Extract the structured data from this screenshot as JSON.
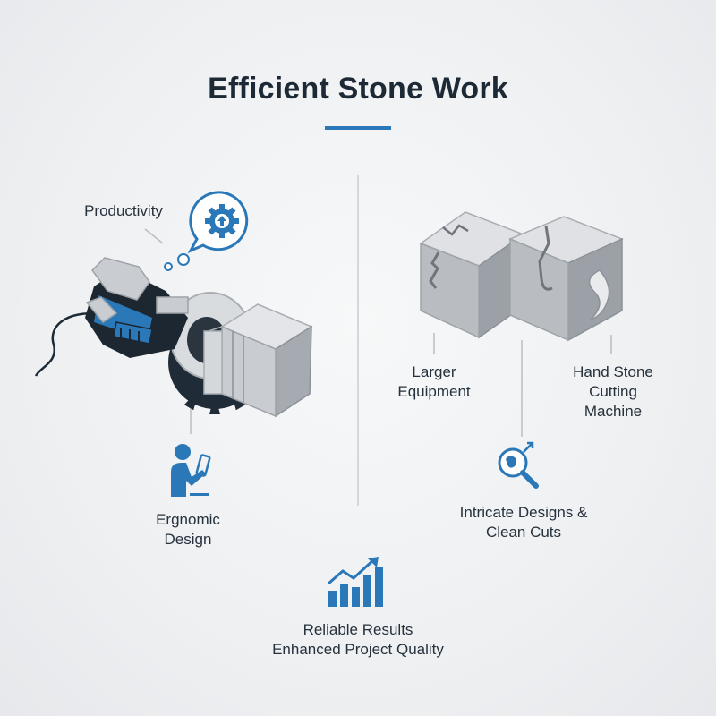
{
  "title": "Efficient Stone Work",
  "colors": {
    "accent": "#2b78b8",
    "text": "#1d2a36",
    "stone": "#c9ccd0"
  },
  "left": {
    "productivity_label": "Productivity",
    "ergonomic_label": [
      "Ergnomic",
      "Design"
    ],
    "icons": [
      "gear-upload-speech-icon",
      "angle-grinder-illustration",
      "stone-block-illustration",
      "person-with-tablet-icon"
    ]
  },
  "right": {
    "larger_equipment_label": [
      "Larger",
      "Equipment"
    ],
    "hand_stone_label": [
      "Hand Stone",
      "Cutting",
      "Machine"
    ],
    "intricate_label": [
      "Intricate Designs &",
      "Clean Cuts"
    ],
    "icons": [
      "carved-stone-blocks-illustration",
      "magnifier-globe-icon"
    ]
  },
  "bottom": {
    "results_label": [
      "Reliable Results",
      "Enhanced Project Quality"
    ],
    "icons": [
      "growth-bar-chart-icon"
    ]
  }
}
